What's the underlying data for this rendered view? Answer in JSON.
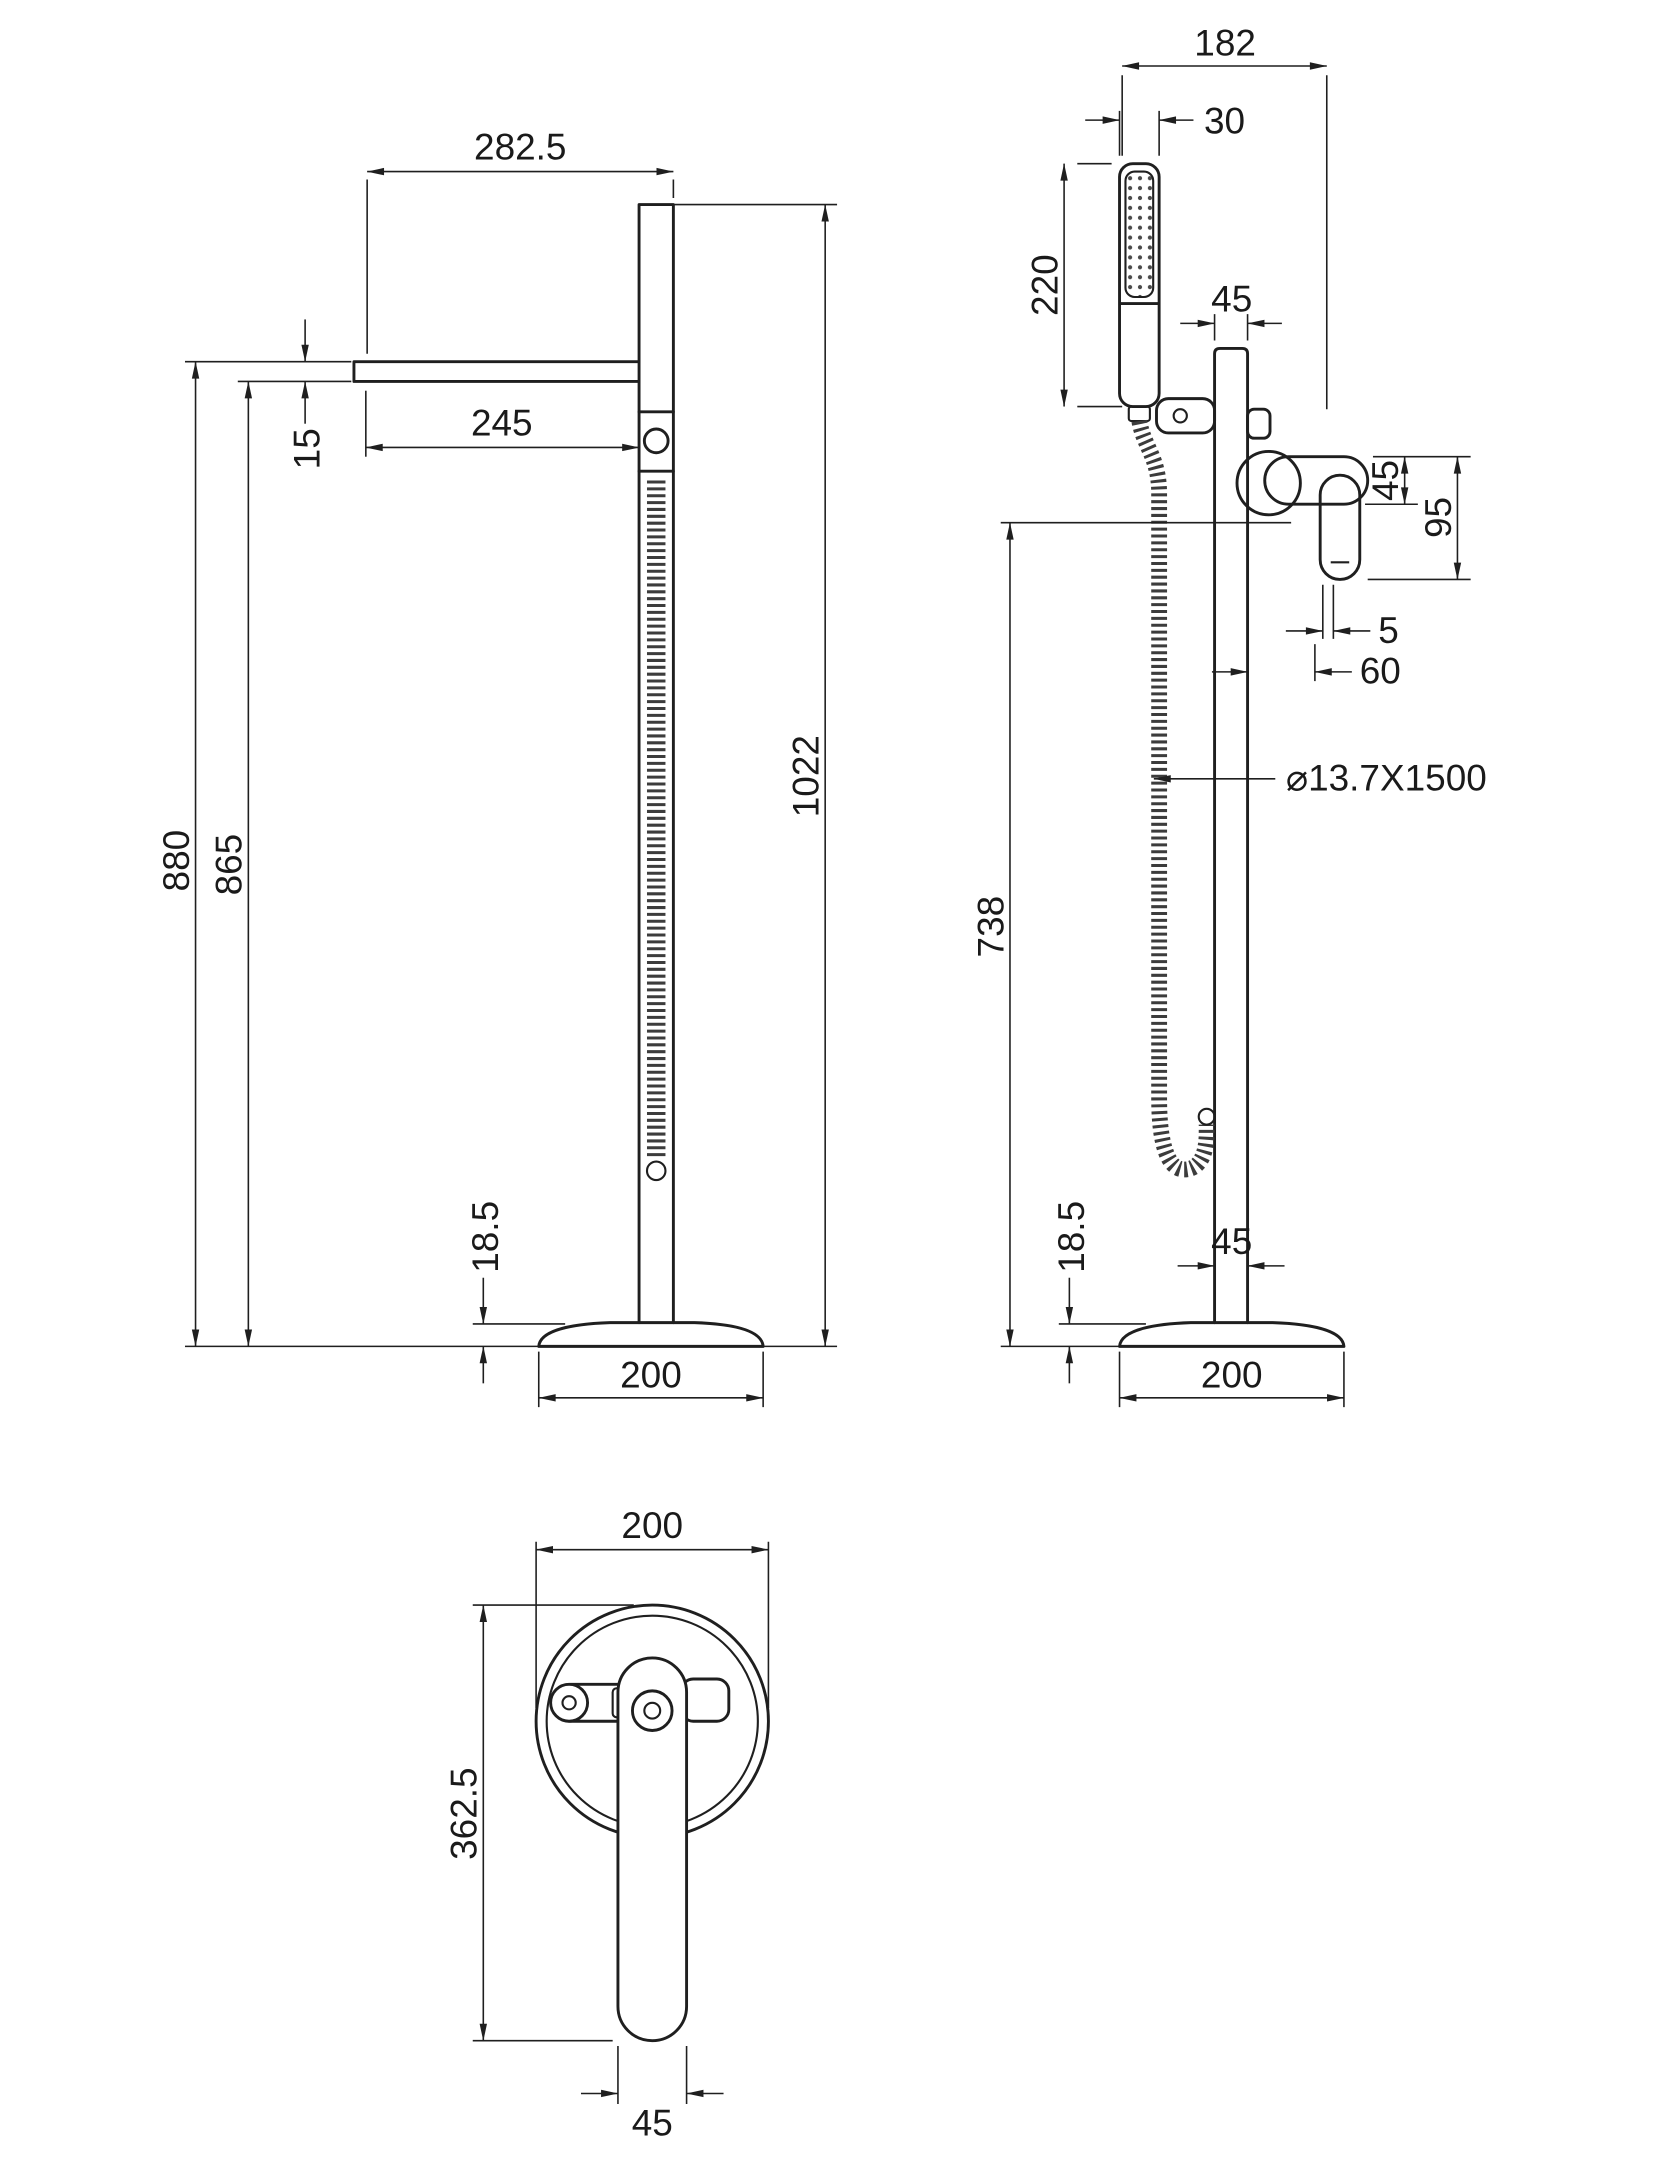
{
  "meta": {
    "drawing_type": "freestanding-bath-shower-mixer-dimensions",
    "background_color": "#ffffff",
    "line_color": "#1f1f1f"
  },
  "front": {
    "spout_span": "282.5",
    "spout_thickness": "15",
    "spout_reach": "245",
    "height_to_spout_top": "880",
    "height_under_spout": "865",
    "overall_height": "1022",
    "base_thickness": "18.5",
    "base_diameter": "200"
  },
  "side": {
    "overall_depth": "182",
    "handset_width": "30",
    "handset_length": "220",
    "riser_width_upper": "45",
    "handle_height": "45",
    "handle_to_spout_tip": "95",
    "spout_tip_offset": "5",
    "spout_projection": "60",
    "hose_spec": "⌀13.7X1500",
    "outlet_height": "738",
    "base_thickness": "18.5",
    "riser_width_lower": "45",
    "base_diameter": "200"
  },
  "plan": {
    "base_diameter": "200",
    "handle_reach": "362.5",
    "handle_width": "45"
  }
}
